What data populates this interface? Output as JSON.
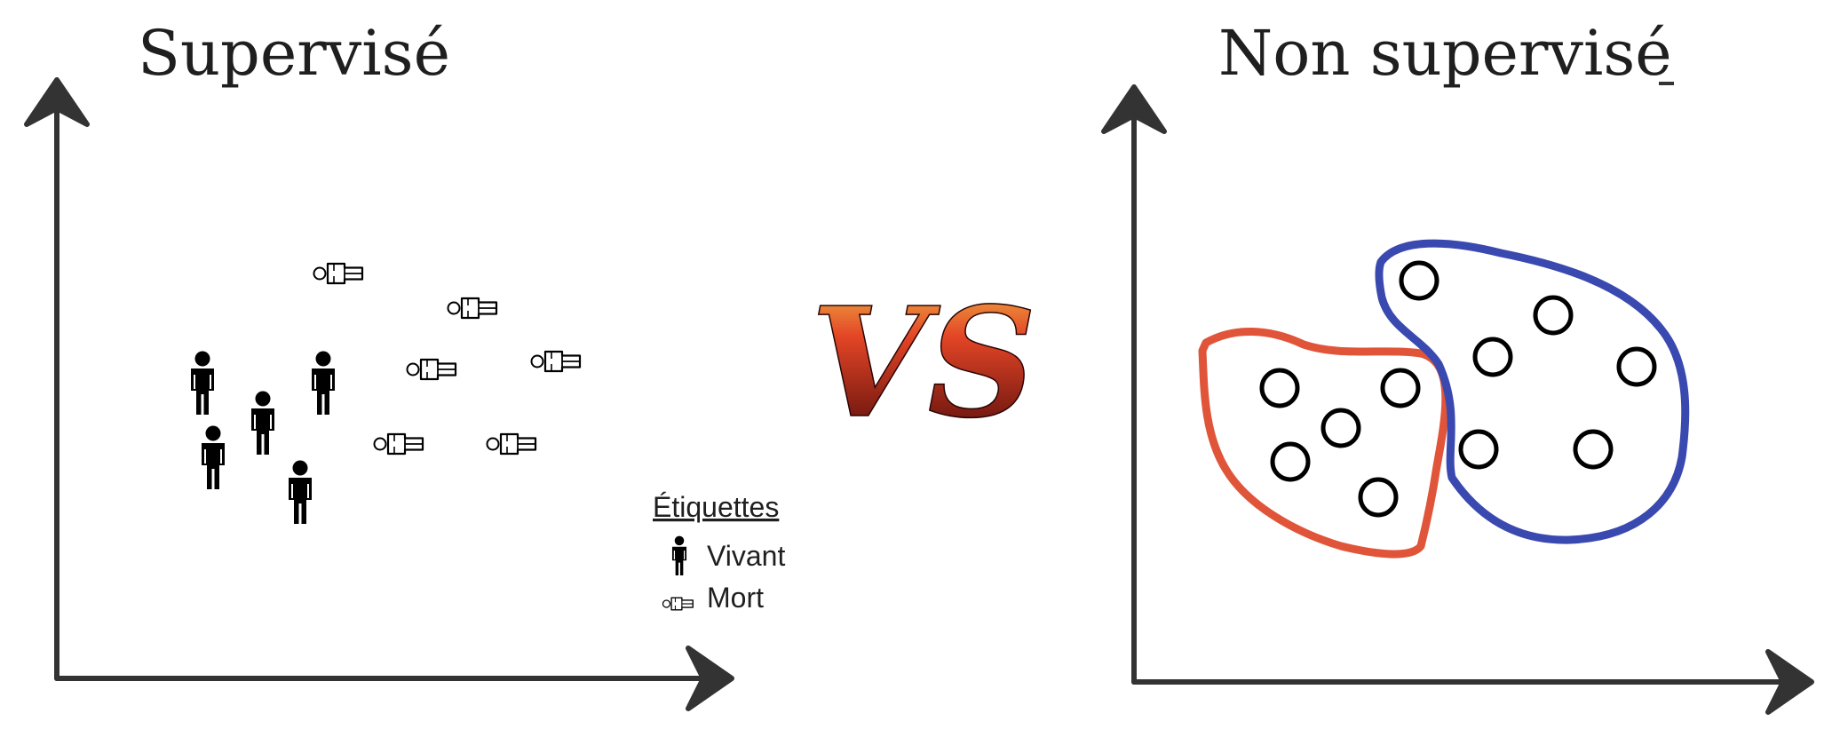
{
  "left_panel": {
    "title": "Supervisé",
    "legend": {
      "title": "Étiquettes",
      "items": [
        {
          "label": "Vivant",
          "icon": "standing-person-icon"
        },
        {
          "label": "Mort",
          "icon": "lying-person-icon"
        }
      ]
    }
  },
  "center": {
    "vs_text": "VS"
  },
  "right_panel": {
    "title": "Non supervisé"
  },
  "colors": {
    "axis": "#333333",
    "cluster_red": "#e0553a",
    "cluster_blue": "#3a49b0",
    "text": "#1f1f1f",
    "vs_gradient_top": "#f2c24a",
    "vs_gradient_mid": "#e34526",
    "vs_gradient_bottom": "#4a0707"
  }
}
